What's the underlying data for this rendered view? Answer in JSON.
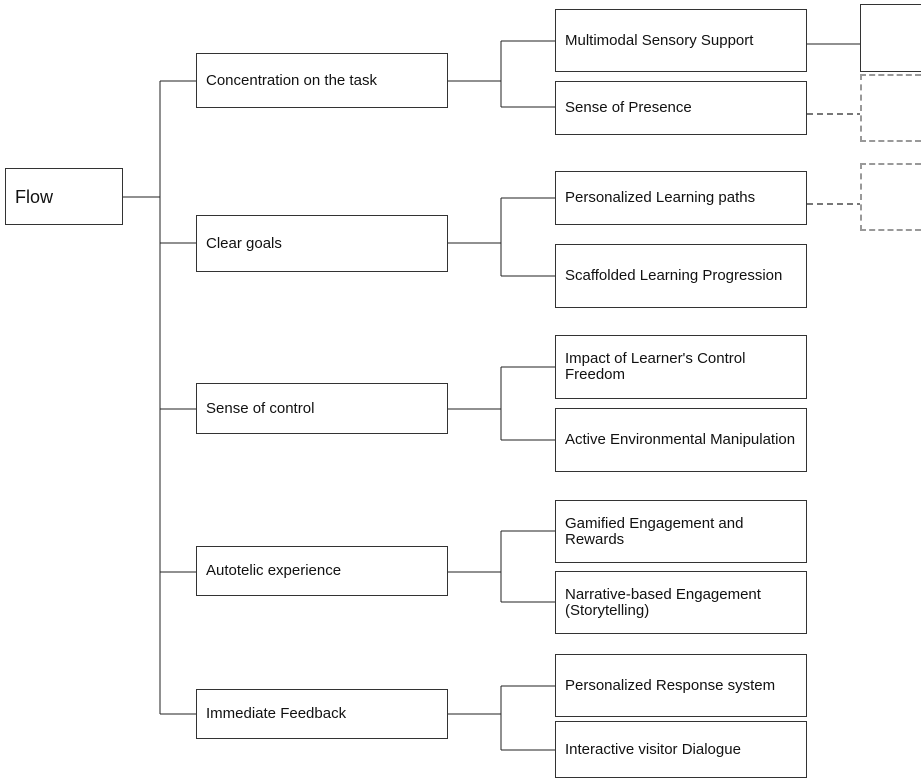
{
  "root": {
    "label": "Flow"
  },
  "dimensions": [
    {
      "label": "Concentration on the task",
      "children": [
        {
          "label": "Multimodal Sensory Support"
        },
        {
          "label": "Sense of Presence"
        }
      ]
    },
    {
      "label": "Clear goals",
      "children": [
        {
          "label": "Personalized Learning paths"
        },
        {
          "label": "Scaffolded Learning Progression"
        }
      ]
    },
    {
      "label": "Sense of control",
      "children": [
        {
          "label": "Impact of Learner's Control Freedom"
        },
        {
          "label": "Active Environmental Manipulation"
        }
      ]
    },
    {
      "label": "Autotelic experience",
      "children": [
        {
          "label": "Gamified Engagement and Rewards"
        },
        {
          "label": "Narrative-based Engagement (Storytelling)"
        }
      ]
    },
    {
      "label": "Immediate Feedback",
      "children": [
        {
          "label": "Personalized Response system"
        },
        {
          "label": "Interactive visitor Dialogue"
        }
      ]
    }
  ],
  "colors": {
    "line": "#222222",
    "dashed_line": "#777777",
    "dashed_box": "#999999"
  }
}
